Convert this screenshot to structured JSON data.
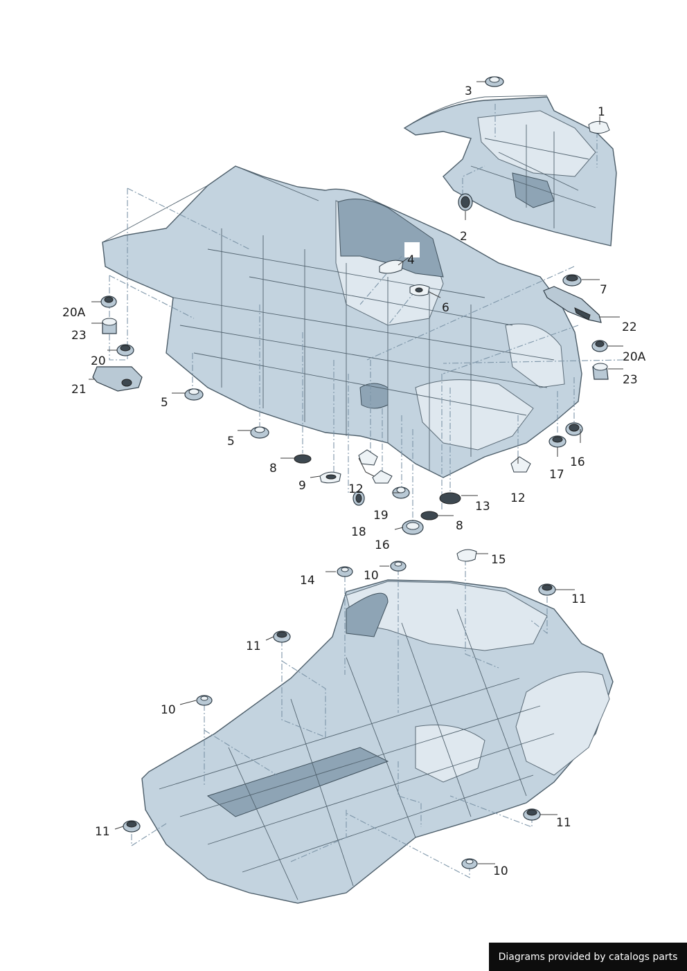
{
  "callouts": {
    "c1": "1",
    "c2": "2",
    "c3": "3",
    "c4": "4",
    "c5a": "5",
    "c5b": "5",
    "c6": "6",
    "c7": "7",
    "c8a": "8",
    "c8b": "8",
    "c9": "9",
    "c10a": "10",
    "c10b": "10",
    "c10c": "10",
    "c11a": "11",
    "c11b": "11",
    "c11c": "11",
    "c11d": "11",
    "c12a": "12",
    "c12b": "12",
    "c13": "13",
    "c14": "14",
    "c15": "15",
    "c16a": "16",
    "c16b": "16",
    "c17": "17",
    "c18": "18",
    "c19": "19",
    "c20": "20",
    "c20Aa": "20A",
    "c20Ab": "20A",
    "c21": "21",
    "c22": "22",
    "c23a": "23",
    "c23b": "23"
  },
  "credit": "Diagrams provided by catalogs parts",
  "colors": {
    "body": "#c3d3df",
    "outline": "#4b5c68",
    "leader": "#7d95a8"
  }
}
